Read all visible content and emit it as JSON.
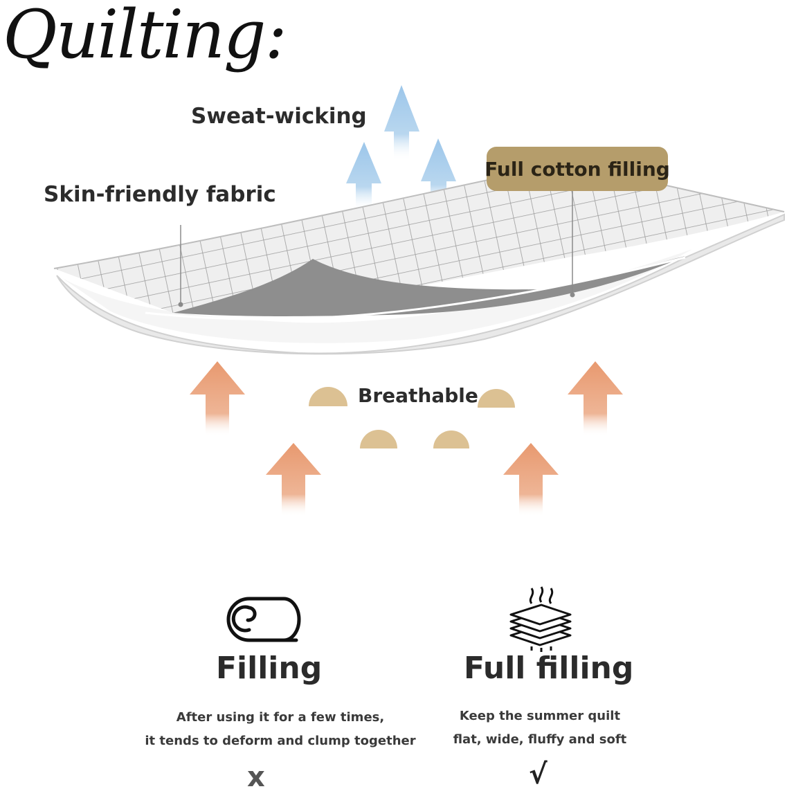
{
  "title": "Quilting:",
  "labels": {
    "sweat": "Sweat-wicking",
    "skin": "Skin-friendly fabric",
    "filling_badge": "Full cotton filling",
    "breathable": "Breathable"
  },
  "comparison": {
    "left": {
      "icon": "rolled-quilt-icon",
      "heading": "Filling",
      "line1": "After using it for a few times,",
      "line2": "it tends to deform and clump together",
      "mark": "x"
    },
    "right": {
      "icon": "stacked-layers-icon",
      "heading": "Full filling",
      "line1": "Keep the summer quilt",
      "line2": "flat, wide, fluffy and soft",
      "mark": "√"
    }
  },
  "colors": {
    "badge": "#b59d6b",
    "blue_arrow": "#a9cdea",
    "orange_arrow": "#e8a07a",
    "tan_dome": "#dcc193",
    "quilt_grid": "#c9c9c9"
  }
}
